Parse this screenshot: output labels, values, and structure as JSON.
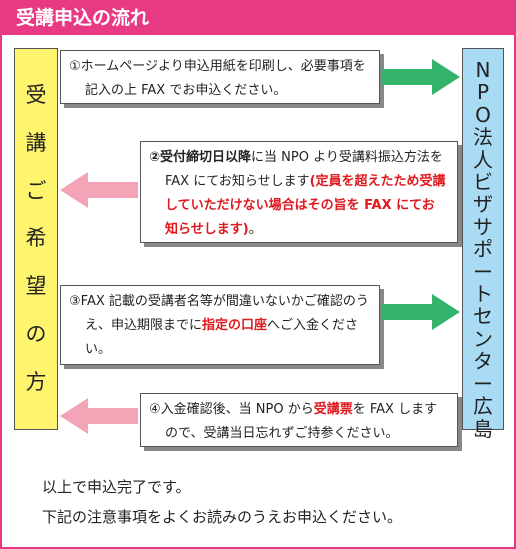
{
  "header": {
    "title": "受講申込の流れ"
  },
  "left_column": {
    "chars": [
      "受",
      "講",
      "ご",
      "希",
      "望",
      "の",
      "方"
    ]
  },
  "right_column": {
    "chars": [
      "N",
      "P",
      "O",
      "法",
      "人",
      "ビ",
      "ザ",
      "サ",
      "ポ",
      "ー",
      "ト",
      "セ",
      "ン",
      "タ",
      "ー",
      "広",
      "島"
    ]
  },
  "steps": {
    "s1": {
      "text": "①ホームページより申込用紙を印刷し、必要事項を記入の上 FAX でお申込ください。"
    },
    "s2": {
      "bold_lead": "②受付締切日以降",
      "text": "に当 NPO より受講料振込方法を FAX にてお知らせします",
      "red_note": "(定員を超えたため受講していただけない場合はその旨を FAX にてお知らせします)",
      "tail": "。"
    },
    "s3": {
      "text_a": "③FAX 記載の受講者名等が間違いないかご確認のうえ、申込期限までに",
      "red": "指定の口座",
      "text_b": "へご入金ください。"
    },
    "s4": {
      "text_a": "④入金確認後、当 NPO から",
      "red": "受講票",
      "text_b": "を FAX しますので、受講当日忘れずご持参ください。"
    }
  },
  "footer": {
    "line1": "以上で申込完了です。",
    "line2": "下記の注意事項をよくお読みのうえお申込ください。"
  },
  "colors": {
    "accent": "#e83a84",
    "left_column": "#fff46e",
    "right_column": "#a9dcf4",
    "arrow_green": "#33b46a",
    "arrow_pink": "#f3a5b7",
    "emphasis_red": "#e0191e"
  }
}
